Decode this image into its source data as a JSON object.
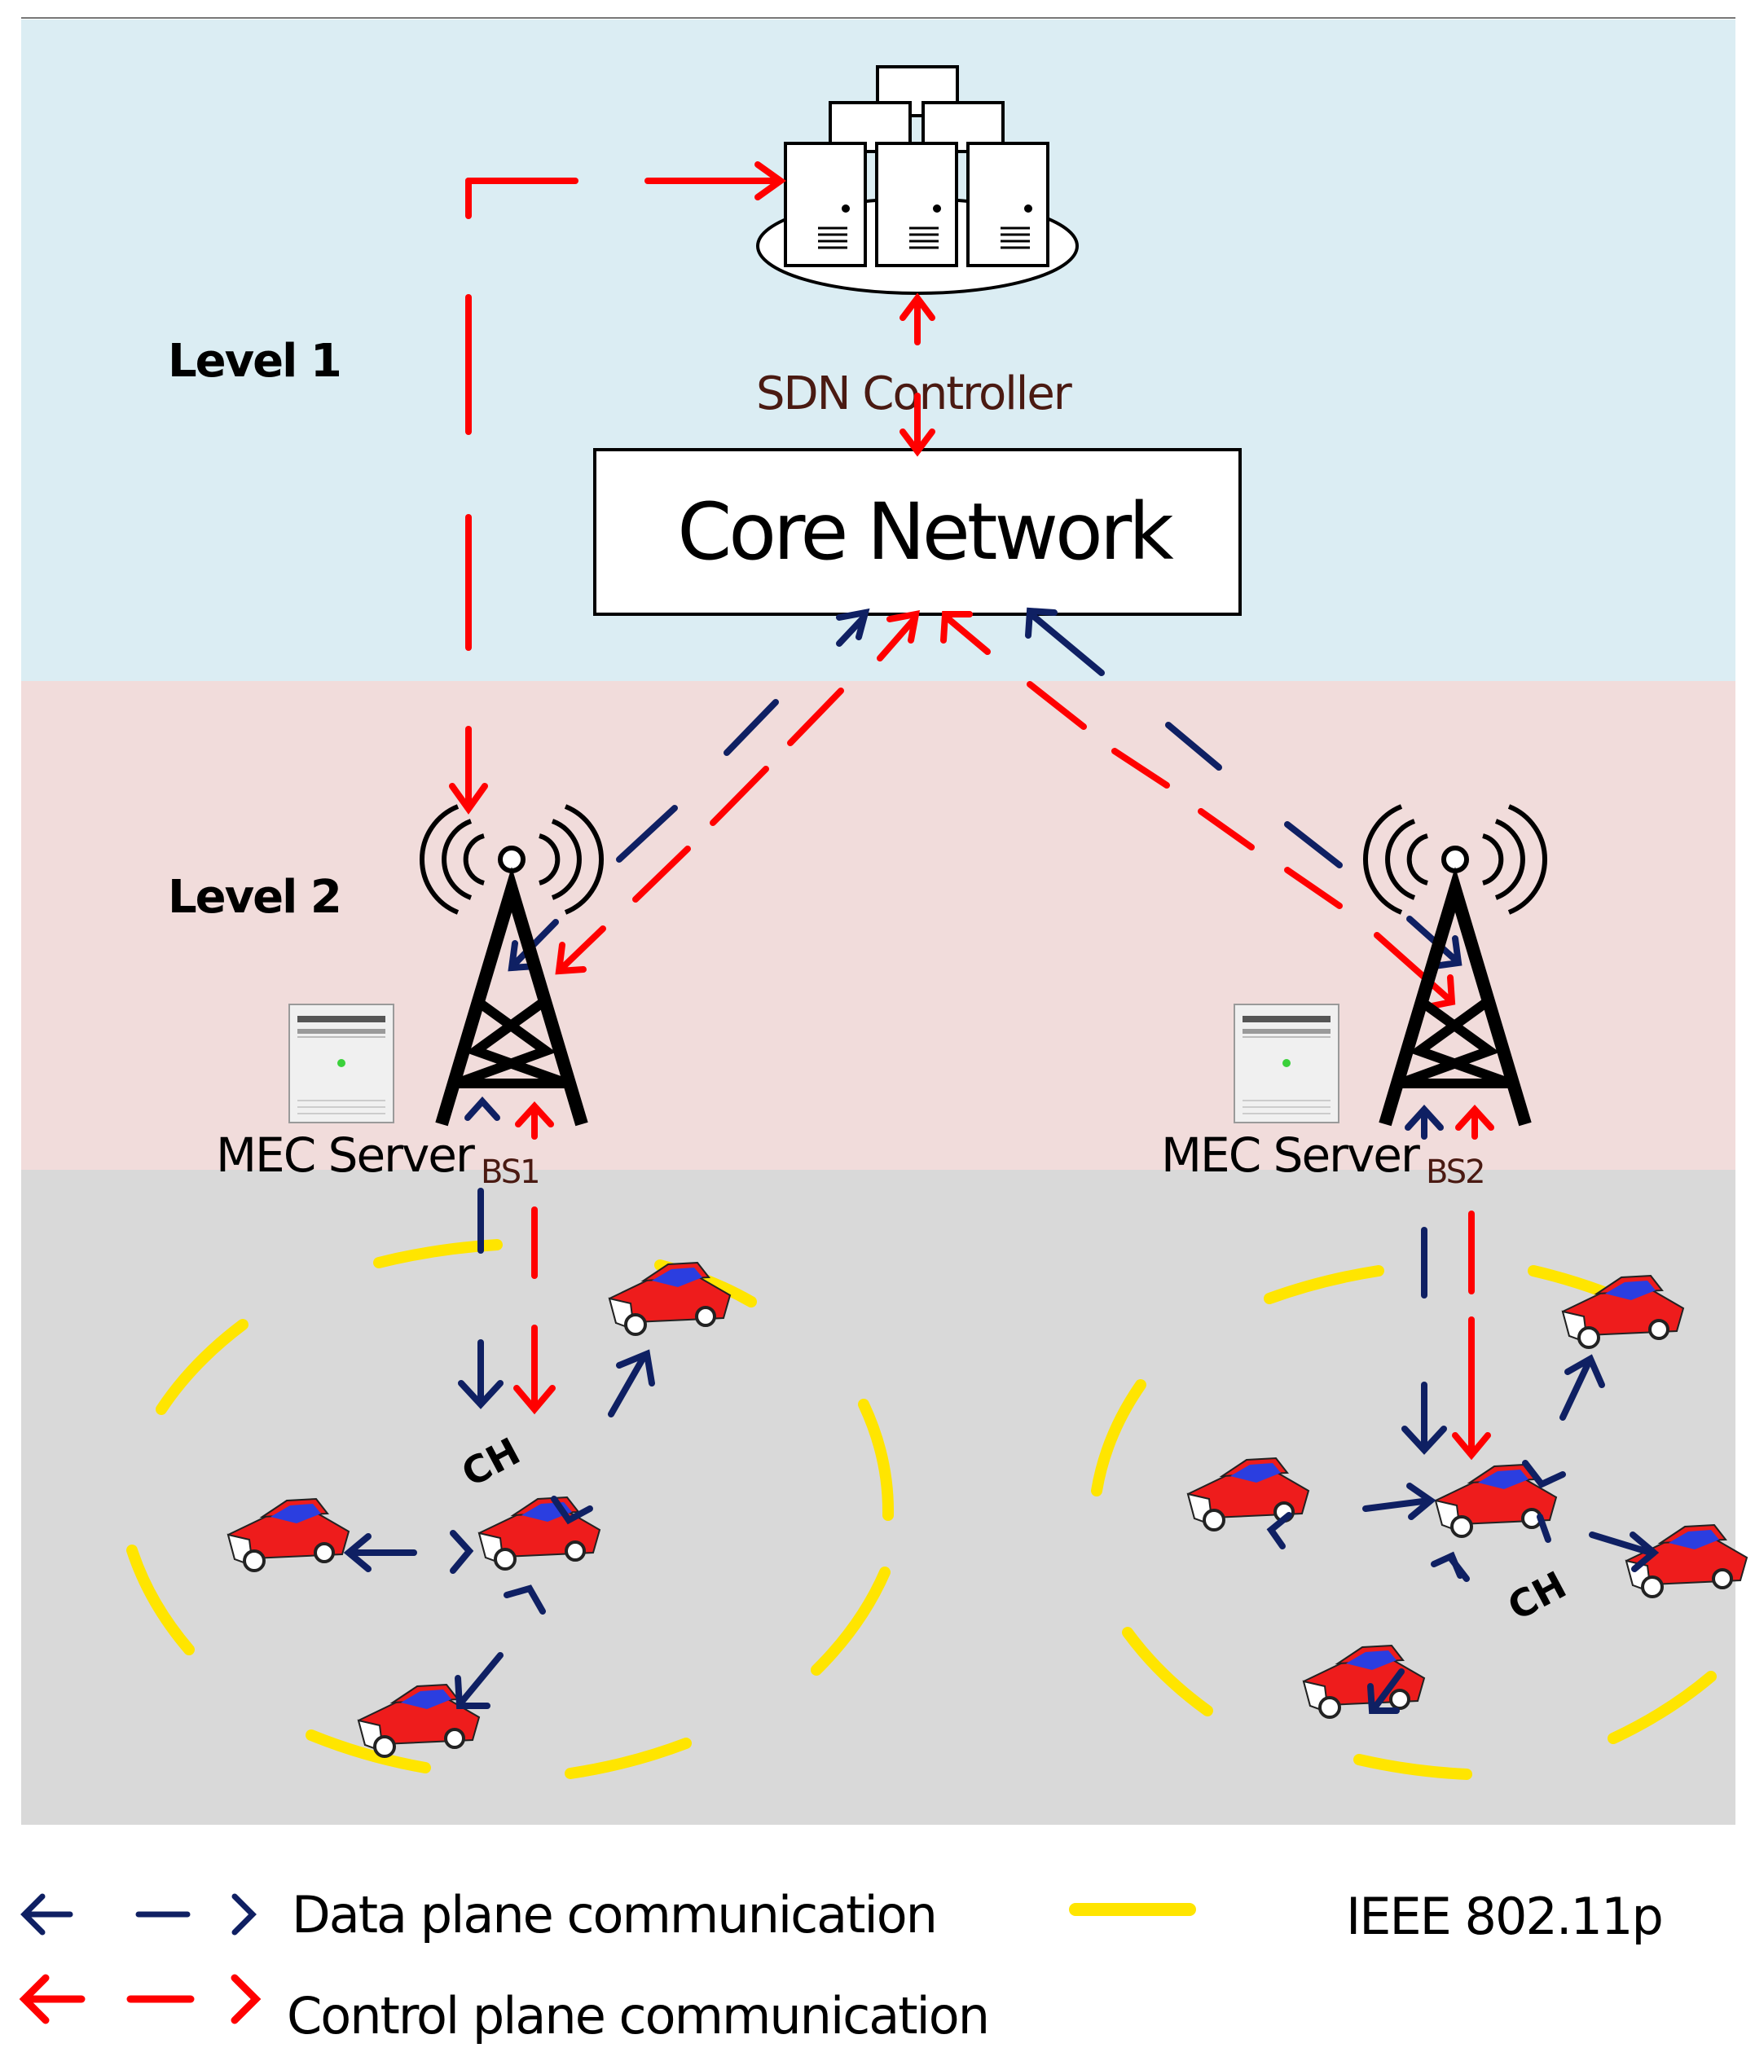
{
  "levels": {
    "level1": "Level 1",
    "level2": "Level 2"
  },
  "sdn_label": "SDN Controller",
  "core_label": "Core Network",
  "stations": [
    {
      "mec_label": "MEC Server",
      "bs_label": "BS1",
      "ch_label": "CH"
    },
    {
      "mec_label": "MEC Server",
      "bs_label": "BS2",
      "ch_label": "CH"
    }
  ],
  "legend": {
    "data_plane": "Data plane communication",
    "control_plane": "Control plane communication",
    "ieee": "IEEE 802.11p"
  },
  "colors": {
    "level1_bg": "#dbedf3",
    "level2_bg": "#f1dcdb",
    "level3_bg": "#d9d9d9",
    "data_plane": "#0f2063",
    "control_plane": "#ff0000",
    "ieee": "#ffe500",
    "car_body": "#ee1c1c",
    "car_roof": "#2b3ee0"
  },
  "icons": {
    "controller": "server-cluster-icon",
    "base_station": "cell-tower-icon",
    "mec": "server-box-icon",
    "vehicle": "car-icon"
  }
}
